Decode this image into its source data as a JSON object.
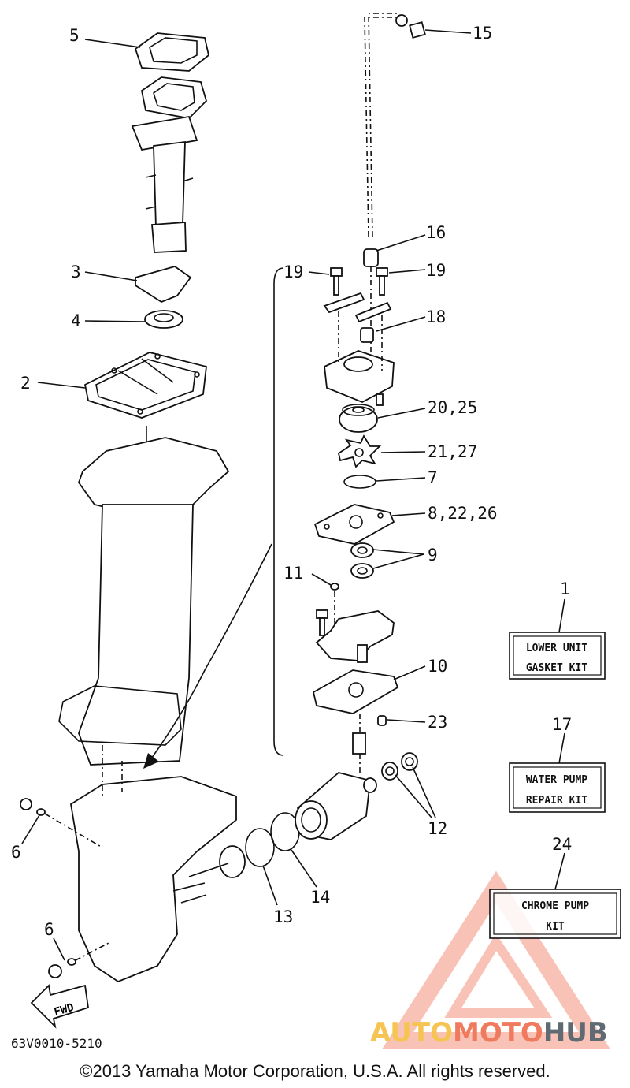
{
  "labels": {
    "l1": "1",
    "l2": "2",
    "l3": "3",
    "l4": "4",
    "l5": "5",
    "l6a": "6",
    "l6b": "6",
    "l7": "7",
    "l8": "8,22,26",
    "l9": "9",
    "l10": "10",
    "l11": "11",
    "l12": "12",
    "l13": "13",
    "l14": "14",
    "l15": "15",
    "l16": "16",
    "l17": "17",
    "l18": "18",
    "l19a": "19",
    "l19b": "19",
    "l20": "20,25",
    "l21": "21,27",
    "l23": "23",
    "l24": "24"
  },
  "kits": {
    "lower_unit": {
      "line1": "LOWER UNIT",
      "line2": "GASKET KIT"
    },
    "water_pump": {
      "line1": "WATER PUMP",
      "line2": "REPAIR KIT"
    },
    "chrome_pump": {
      "line1": "CHROME PUMP",
      "line2": "KIT"
    }
  },
  "fwd": "FWD",
  "diagram_code": "63V0010-5210",
  "copyright": "©2013 Yamaha Motor Corporation, U.S.A. All rights reserved.",
  "watermark": {
    "part1": "AUTO",
    "part2": "MOTO",
    "part3": "HUB"
  },
  "colors": {
    "watermark_red": "#f07a5e",
    "watermark_yellow": "#f6c453",
    "watermark_gray": "#5f6a73"
  }
}
